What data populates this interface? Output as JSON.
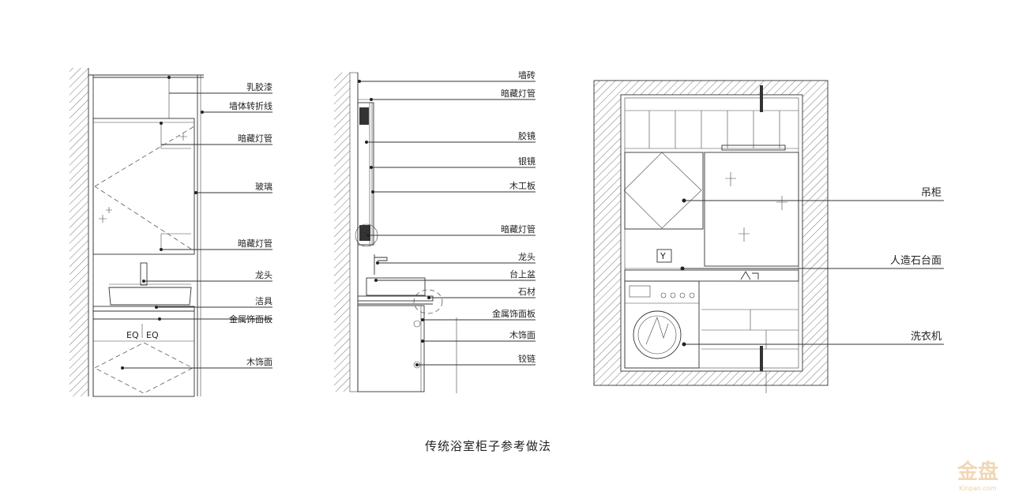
{
  "elevation_a": {
    "labels": [
      "乳胶漆",
      "墙体转折线",
      "暗藏灯管",
      "玻璃",
      "暗藏灯管",
      "龙头",
      "洁具",
      "金属饰面板",
      "木饰面"
    ],
    "eq_left": "EQ",
    "eq_right": "EQ"
  },
  "section_b": {
    "labels": [
      "墙砖",
      "暗藏灯管",
      "胶镜",
      "银镜",
      "木工板",
      "暗藏灯管",
      "龙头",
      "台上盆",
      "石材",
      "金属饰面板",
      "木饰面",
      "铰链"
    ]
  },
  "plan_c": {
    "labels": [
      "吊柜",
      "人造石台面",
      "洗衣机"
    ],
    "valve_symbol": "Y"
  },
  "caption": "传统浴室柜子参考做法",
  "watermark": {
    "brand": "金盘",
    "site": "Kinpan.com"
  }
}
